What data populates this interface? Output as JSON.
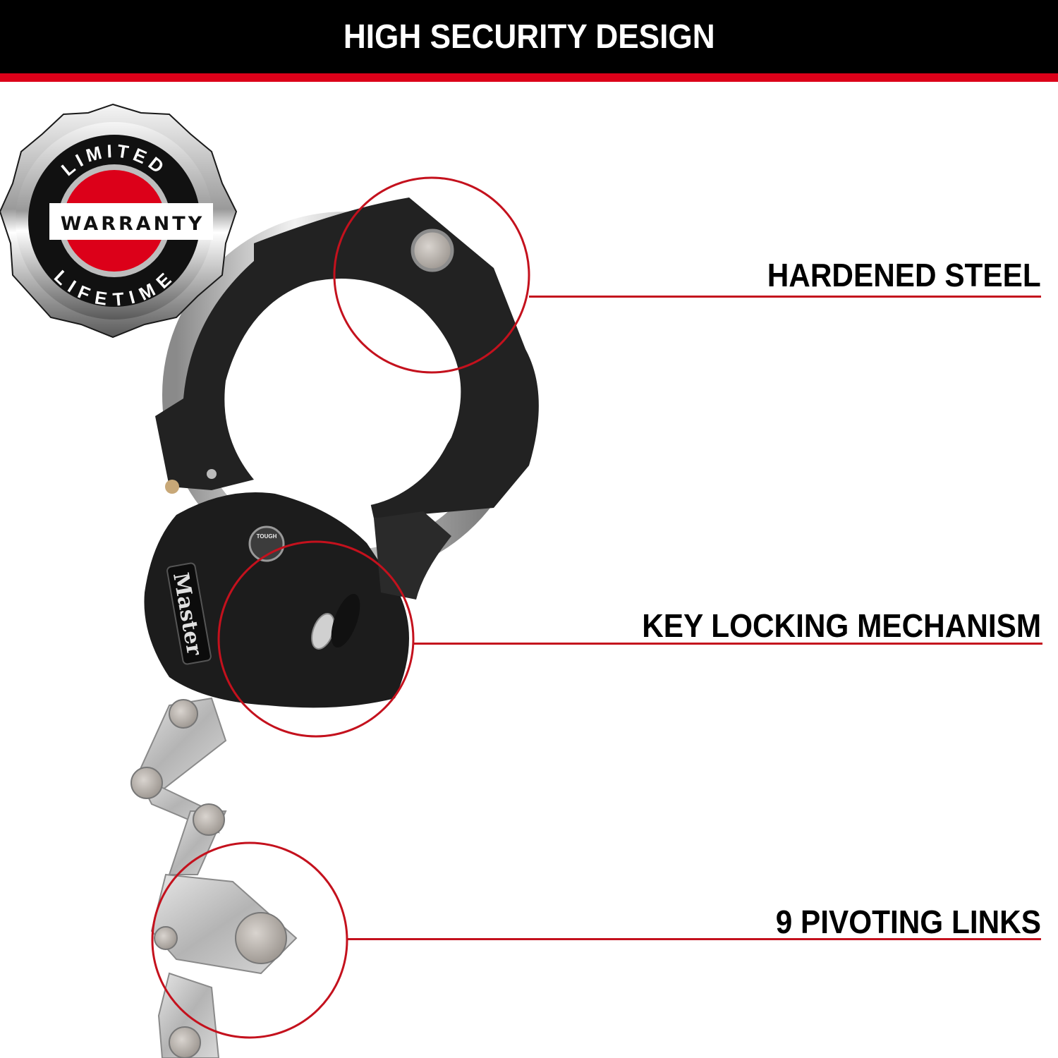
{
  "header": {
    "title": "HIGH SECURITY DESIGN"
  },
  "badge": {
    "top_arc": "LIMITED",
    "center": "WARRANTY",
    "bottom_arc": "LIFETIME"
  },
  "product": {
    "brand_plate": "Master",
    "seal_text": "TOUGH"
  },
  "callouts": [
    {
      "label": "HARDENED STEEL"
    },
    {
      "label": "KEY LOCKING MECHANISM"
    },
    {
      "label": "9 PIVOTING LINKS"
    }
  ],
  "colors": {
    "banner_bg": "#000000",
    "accent_red": "#dc0019",
    "callout_line": "#c4111d",
    "text_dark": "#000000",
    "cuff_black": "#1e1e1e",
    "chrome": "#c8c8c8"
  }
}
